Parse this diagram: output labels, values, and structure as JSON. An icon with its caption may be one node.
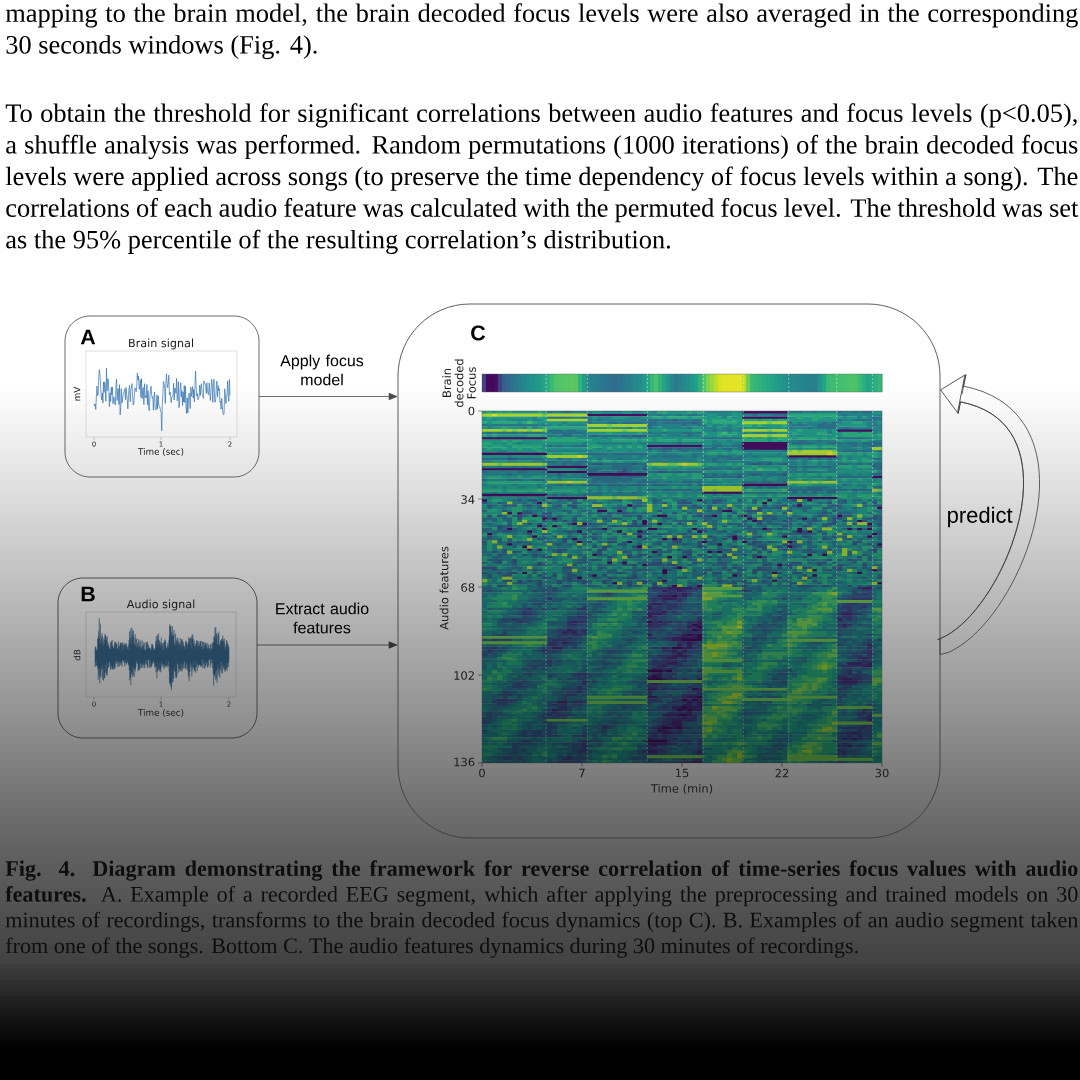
{
  "diagram": {
    "caption": "**Fig. 4. Diagram demonstrating the framework for reverse correlation of time-series focus values with audio features.** A. Example of a recorded EEG segment, which after applying the preprocessing and trained models on 30 minutes of recordings, transforms to the brain decoded focus dynamics (top C). B. Examples of an audio segment taken from one of the songs. Bottom C. The audio features dynamics during 30 minutes of recordings.",
    "nodes": [
      {
        "text": [
          "A",
          "Brain signal",
          "mV",
          "0",
          "1",
          "2",
          "Time (sec)"
        ]
      },
      {
        "text": [
          "B",
          "Audio signal",
          "dB",
          "0",
          "1",
          "2",
          "Time (sec)"
        ]
      },
      {
        "text": [
          "C",
          "Brain decoded Focus",
          "0",
          "34",
          "68",
          "102",
          "136",
          "Audio features",
          "0",
          "7",
          "15",
          "22",
          "30",
          "Time (min)"
        ]
      }
    ],
    "edges": [
      {
        "from": 0,
        "to": 2,
        "arrow": "to",
        "label": "Apply focus model"
      },
      {
        "from": 1,
        "to": 2,
        "arrow": "to",
        "label": "Extract audio features"
      },
      {
        "from": 2,
        "to": 2,
        "arrow": "to",
        "label": "predict"
      }
    ],
    "labels": [
      "mapping to the brain model, the brain decoded focus levels were also averaged in the corresponding 30 seconds windows (Fig. 4).",
      "To obtain the threshold for significant correlations between audio features and focus levels (p<0.05), a shuffle analysis was performed. Random permutations (1000 iterations) of the brain decoded focus levels were applied across songs (to preserve the time dependency of focus levels within a song). The correlations of each audio feature was calculated with the permuted focus level. The threshold was set as the 95% percentile of the resulting correlation’s distribution."
    ]
  }
}
